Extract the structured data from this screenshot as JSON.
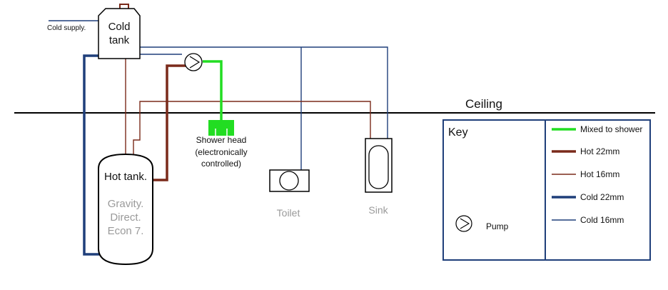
{
  "labels": {
    "cold_supply": "Cold supply.",
    "cold_tank_l1": "Cold",
    "cold_tank_l2": "tank",
    "ceiling": "Ceiling",
    "shower_l1": "Shower head",
    "shower_l2": "(electronically",
    "shower_l3": "controlled)",
    "hot_tank": "Hot tank.",
    "hot_tank_l1": "Gravity.",
    "hot_tank_l2": "Direct.",
    "hot_tank_l3": "Econ 7.",
    "toilet": "Toilet",
    "sink": "Sink"
  },
  "key": {
    "title": "Key",
    "pump": "Pump",
    "items": [
      {
        "label": "Mixed to shower",
        "color": "#22dd22"
      },
      {
        "label": "Hot 22mm",
        "color": "#7a2a1a"
      },
      {
        "label": "Hot 16mm",
        "color": "#7a2a1a"
      },
      {
        "label": "Cold 22mm",
        "color": "#1f3f7a"
      },
      {
        "label": "Cold 16mm",
        "color": "#1f3f7a"
      }
    ]
  },
  "colors": {
    "mixed": "#22dd22",
    "hot": "#7a2a1a",
    "cold": "#1f3f7a",
    "text_grey": "#9a9a9a"
  }
}
